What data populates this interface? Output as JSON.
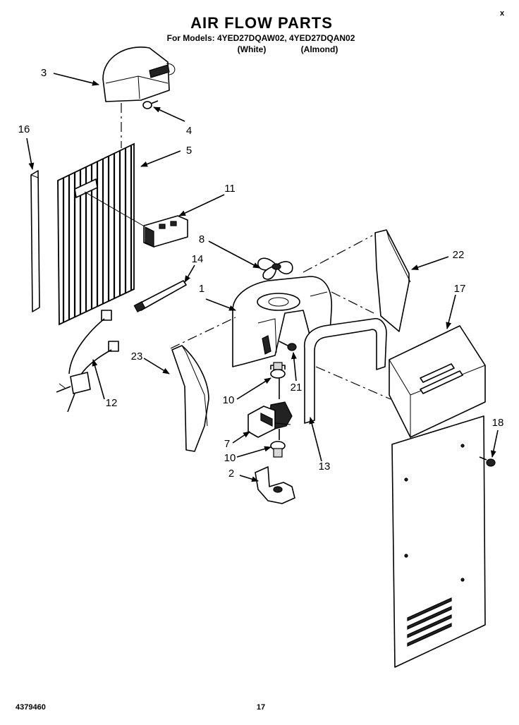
{
  "header": {
    "title": "AIR FLOW PARTS",
    "models_line": "For Models: 4YED27DQAW02, 4YED27DQAN02",
    "variant_white": "(White)",
    "variant_almond": "(Almond)"
  },
  "corner_mark": "x",
  "callouts": {
    "c1": "1",
    "c2": "2",
    "c3": "3",
    "c4": "4",
    "c5": "5",
    "c7": "7",
    "c8": "8",
    "c10a": "10",
    "c10b": "10",
    "c11": "11",
    "c12": "12",
    "c13": "13",
    "c14": "14",
    "c16": "16",
    "c17": "17",
    "c18": "18",
    "c21": "21",
    "c22": "22",
    "c23": "23"
  },
  "footer": {
    "doc_number": "4379460",
    "page_number": "17"
  }
}
